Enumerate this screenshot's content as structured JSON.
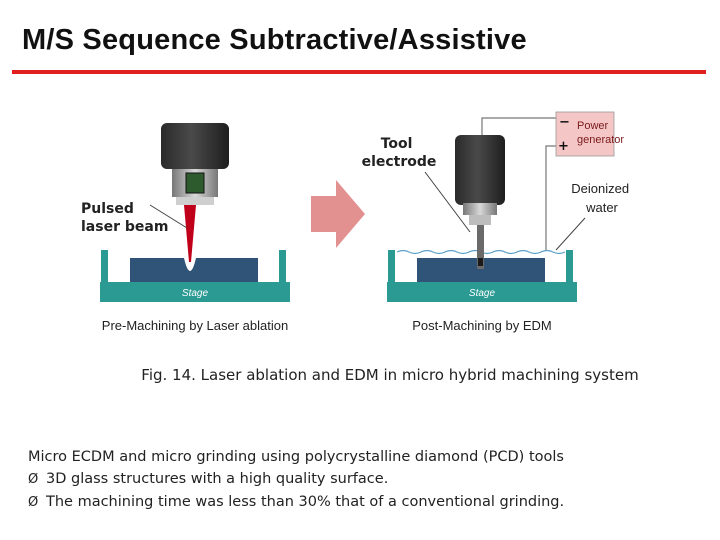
{
  "slide": {
    "title": "M/S Sequence Subtractive/Assistive",
    "accent_color": "#e02020"
  },
  "figure": {
    "left_panel": {
      "annotation": "Pulsed laser beam",
      "annotation_lines": [
        "Pulsed",
        "laser beam"
      ],
      "stage_label": "Stage",
      "caption": "Pre-Machining by Laser ablation"
    },
    "right_panel": {
      "tool_label_lines": [
        "Tool",
        "electrode"
      ],
      "power_label_lines": [
        "Power",
        "generator"
      ],
      "water_label_lines": [
        "Deionized",
        "water"
      ],
      "stage_label": "Stage",
      "caption": "Post-Machining by EDM",
      "polarity_minus": "−",
      "polarity_plus": "+"
    },
    "arrow_icon": "right-arrow-icon",
    "colors": {
      "stage": "#2a9a93",
      "workpiece": "#2f5478",
      "laser": "#c0001a",
      "arrow": "#e39090",
      "power_box": "#f4c6c6"
    }
  },
  "caption": "Fig. 14. Laser ablation and EDM in micro hybrid machining system",
  "body": {
    "intro": "Micro ECDM and micro grinding using polycrystalline diamond (PCD) tools",
    "bullet_glyph": "Ø",
    "bullets": [
      "3D glass structures with a high quality surface.",
      "The machining time was less than 30% that of a conventional grinding."
    ]
  }
}
